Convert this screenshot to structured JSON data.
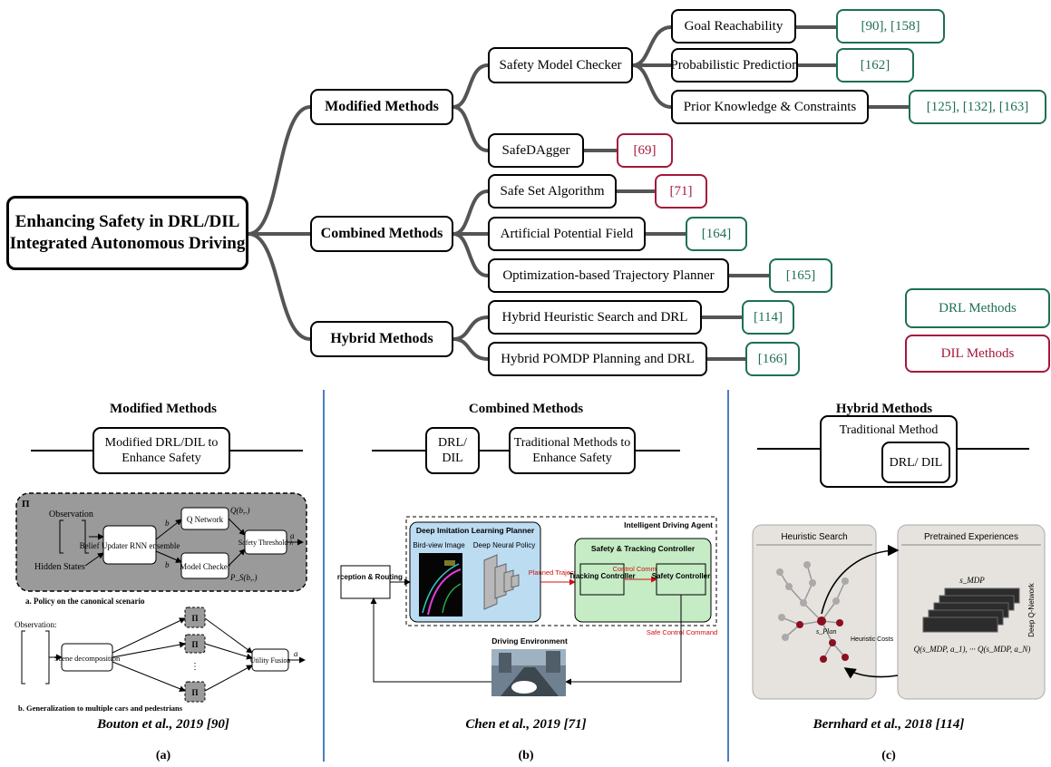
{
  "root": "Enhancing Safety in DRL/DIL Integrated Autonomous Driving",
  "categories": {
    "modified": "Modified Methods",
    "combined": "Combined Methods",
    "hybrid": "Hybrid Methods"
  },
  "leaves": {
    "safety_model_checker": "Safety Model Checker",
    "goal_reachability": "Goal Reachability",
    "probabilistic_prediction": "Probabilistic Prediction",
    "prior_knowledge": "Prior Knowledge & Constraints",
    "safedagger": "SafeDAgger",
    "safe_set": "Safe Set Algorithm",
    "apf": "Artificial Potential Field",
    "optimization": "Optimization-based Trajectory Planner",
    "hybrid_heuristic": "Hybrid Heuristic Search and DRL",
    "hybrid_pomdp": "Hybrid POMDP Planning and DRL"
  },
  "refs": {
    "goal_reachability": "[90], [158]",
    "probabilistic_prediction": "[162]",
    "prior_knowledge": "[125], [132], [163]",
    "safedagger": "[69]",
    "safe_set": "[71]",
    "apf": "[164]",
    "optimization": "[165]",
    "hybrid_heuristic": "[114]",
    "hybrid_pomdp": "[166]"
  },
  "legend": {
    "drl": "DRL Methods",
    "dil": "DIL Methods"
  },
  "colors": {
    "drl": "#1e7050",
    "dil": "#a3183a",
    "separator": "#4a7fc0",
    "branch": "#555555"
  },
  "panels": {
    "a": {
      "title": "Modified Methods",
      "schema_box": "Modified DRL/DIL to Enhance Safety",
      "fig": {
        "pi": "Π",
        "observation": "Observation",
        "hidden_states": "Hidden States",
        "belief_updater": "Belief Updater RNN ensemble",
        "q_network": "Q Network",
        "model_checker": "Model Checker",
        "safety_threshold": "Safety Threshold λ",
        "q_out": "Q(b,.)",
        "ps_out": "P_S(b,.)",
        "b": "b",
        "alpha": "a",
        "caption_a": "a. Policy on the canonical scenario",
        "observation2": "Observation:",
        "scene_decomp": "Scene decomposition",
        "utility_fusion": "Utility Fusion",
        "dots": "⋮",
        "caption_b": "b. Generalization to multiple cars and pedestrians"
      },
      "citation": "Bouton et al., 2019 [90]",
      "label": "(a)"
    },
    "b": {
      "title": "Combined Methods",
      "schema_box1": "DRL/ DIL",
      "schema_box2": "Traditional Methods to Enhance Safety",
      "fig": {
        "agent": "Intelligent Driving Agent",
        "dil_planner": "Deep Imitation Learning Planner",
        "bird_view": "Bird-view Image",
        "dnp": "Deep Neural Policy",
        "perception": "Perception & Routing",
        "planned": "Planned Trajectory",
        "stc": "Safety & Tracking Controller",
        "tracking": "Tracking Controller",
        "control_cmd": "Control Command",
        "safety_ctrl": "Safety Controller",
        "safe_cmd": "Safe Control Command",
        "env": "Driving Environment"
      },
      "citation": "Chen et al., 2019 [71]",
      "label": "(b)"
    },
    "c": {
      "title": "Hybrid Methods",
      "schema_outer": "Traditional Method",
      "schema_inner": "DRL/ DIL",
      "fig": {
        "heuristic": "Heuristic Search",
        "pretrained": "Pretrained Experiences",
        "dqn": "Deep Q-Network",
        "s_mdp": "s_MDP",
        "s_plan": "s_Plan",
        "costs": "Heuristic Costs",
        "q_formula": "Q(s_MDP, a_1), ··· Q(s_MDP, a_N)"
      },
      "citation": "Bernhard et al., 2018 [114]",
      "label": "(c)"
    }
  }
}
